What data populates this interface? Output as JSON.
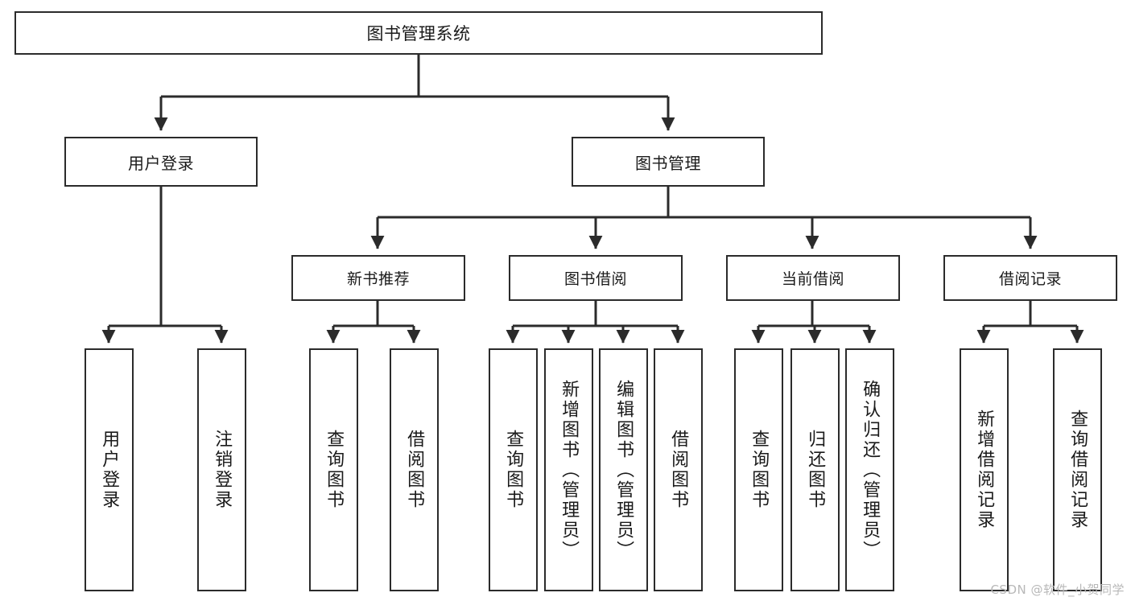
{
  "diagram": {
    "title": "图书管理系统",
    "type": "functional-structure-tree",
    "levels": 4,
    "colors": {
      "box_border": "#2b2b2b",
      "box_fill": "#ffffff",
      "connector": "#2b2b2b",
      "text": "#1a1a1a",
      "watermark": "#b8b8b8",
      "background": "#ffffff"
    }
  },
  "root": {
    "label": "图书管理系统"
  },
  "level2": [
    {
      "id": "user-login",
      "label": "用户登录"
    },
    {
      "id": "book-manage",
      "label": "图书管理"
    }
  ],
  "level3": [
    {
      "id": "new-book",
      "label": "新书推荐"
    },
    {
      "id": "book-borrow",
      "label": "图书借阅"
    },
    {
      "id": "current-borrow",
      "label": "当前借阅"
    },
    {
      "id": "borrow-record",
      "label": "借阅记录"
    }
  ],
  "level4": {
    "user_login": [
      {
        "id": "leaf-user-login",
        "label": "用户登录"
      },
      {
        "id": "leaf-user-logout",
        "label": "注销登录"
      }
    ],
    "new_book": [
      {
        "id": "leaf-nb-query",
        "label": "查询图书"
      },
      {
        "id": "leaf-nb-borrow",
        "label": "借阅图书"
      }
    ],
    "book_borrow": [
      {
        "id": "leaf-bb-query",
        "label": "查询图书"
      },
      {
        "id": "leaf-bb-add",
        "label": "新增图书（管理员）"
      },
      {
        "id": "leaf-bb-edit",
        "label": "编辑图书（管理员）"
      },
      {
        "id": "leaf-bb-borrow",
        "label": "借阅图书"
      }
    ],
    "current_borrow": [
      {
        "id": "leaf-cb-query",
        "label": "查询图书"
      },
      {
        "id": "leaf-cb-return",
        "label": "归还图书"
      },
      {
        "id": "leaf-cb-confirm-return",
        "label": "确认归还（管理员）"
      }
    ],
    "borrow_record": [
      {
        "id": "leaf-br-add",
        "label": "新增借阅记录"
      },
      {
        "id": "leaf-br-query",
        "label": "查询借阅记录"
      }
    ]
  },
  "watermark": {
    "text": "CSDN @软件_小贺同学"
  }
}
